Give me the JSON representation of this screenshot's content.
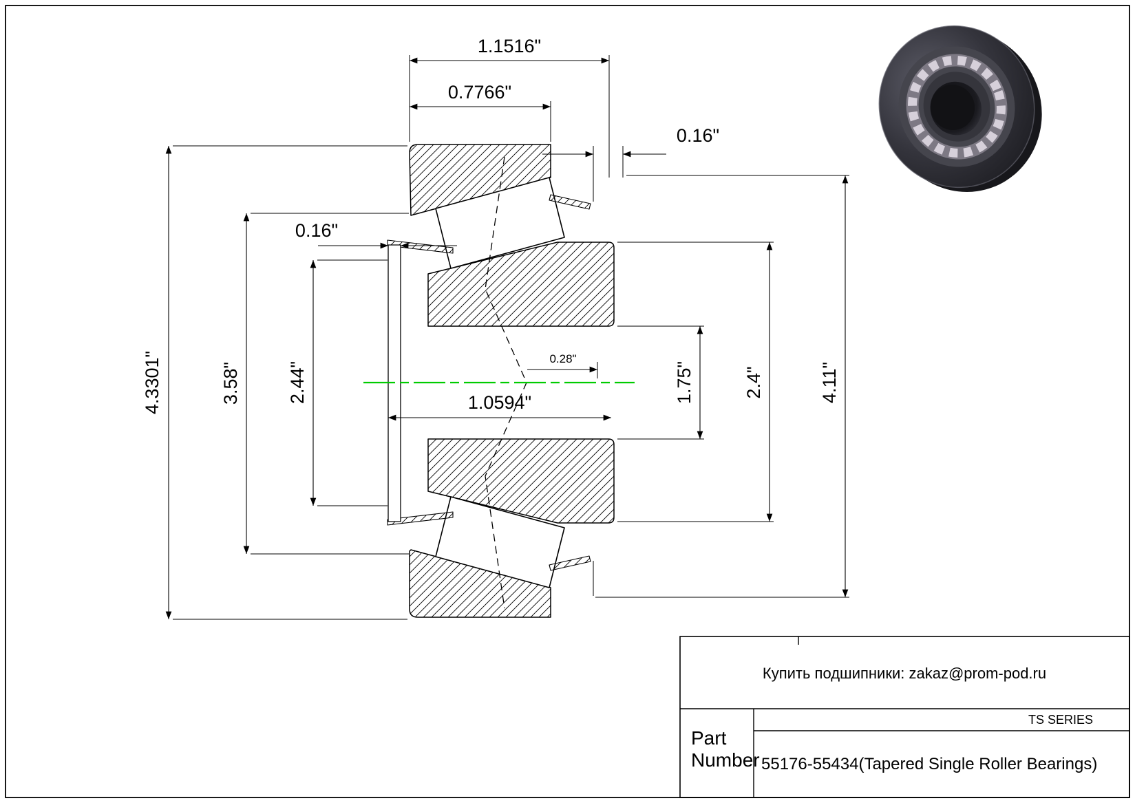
{
  "dimensions": {
    "overall_width": "1.1516\"",
    "cup_width": "0.7766\"",
    "cup_standout": "0.16\"",
    "cone_standout": "0.16\"",
    "cup_outer_diameter": "4.3301\"",
    "cup_front_diameter": "3.58\"",
    "cone_front_rib_diameter": "2.44\"",
    "cone_width": "1.0594\"",
    "effective_center_offset": "0.28\"",
    "bore_diameter": "1.75\"",
    "cone_back_diameter": "2.4\"",
    "housing_shoulder_diameter": "4.11\""
  },
  "title_block": {
    "contact": "Купить подшипники: zakaz@prom-pod.ru",
    "series": "TS SERIES",
    "part_label_line1": "Part",
    "part_label_line2": "Number",
    "part_number": "55176-55434(Tapered Single Roller Bearings)"
  },
  "colors": {
    "centerline": "#00cc00",
    "ink": "#000000",
    "background": "#ffffff"
  },
  "images": {
    "bearing_render": "3d-render-tapered-roller-bearing"
  }
}
